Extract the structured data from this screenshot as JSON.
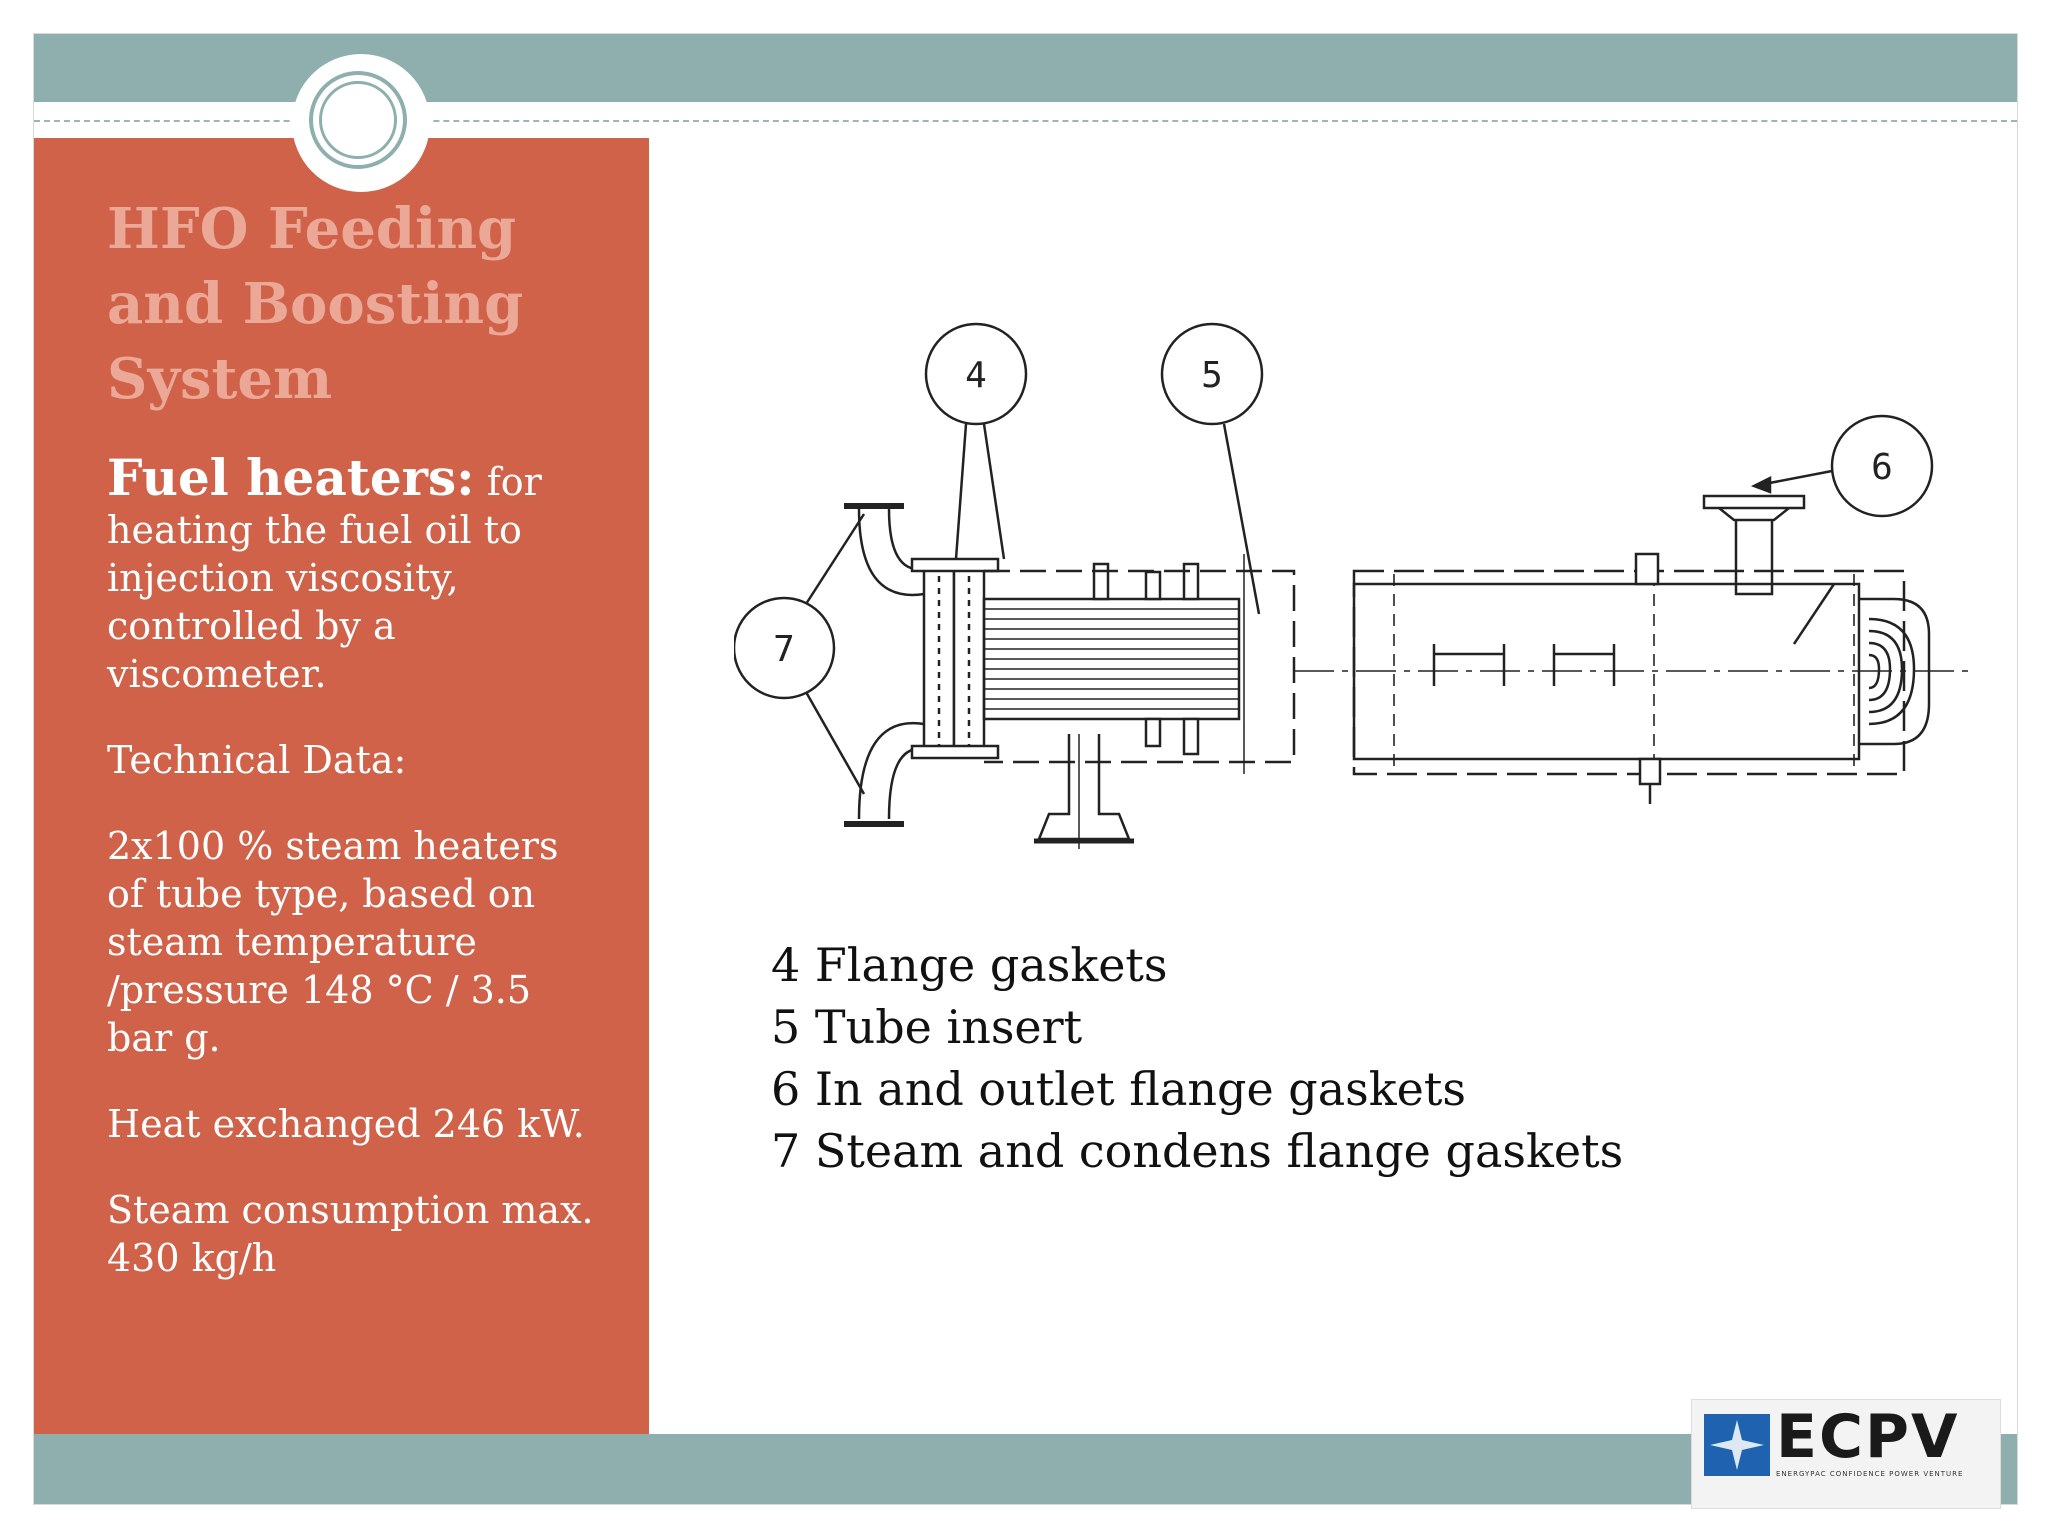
{
  "title": "HFO Feeding and Boosting System",
  "body": {
    "lead_bold": "Fuel heaters:",
    "lead_rest": " for heating the fuel oil to injection viscosity, controlled by a viscometer.",
    "tech_heading": "Technical Data:",
    "para1": "2x100 % steam heaters of tube type, based on steam temperature /pressure 148 °C / 3.5 bar g.",
    "para2": "Heat exchanged 246 kW.",
    "para3": "Steam consumption max. 430 kg/h"
  },
  "diagram_callouts": [
    "4",
    "5",
    "6",
    "7"
  ],
  "legend": [
    "4 Flange gaskets",
    "5 Tube insert",
    "6 In and outlet flange gaskets",
    "7 Steam and condens flange gaskets"
  ],
  "logo": {
    "name": "ECPV",
    "tagline": "ENERGYPAC CONFIDENCE POWER VENTURE"
  },
  "colors": {
    "band": "#8eafae",
    "panel": "#d0624a",
    "title": "#eba896"
  }
}
